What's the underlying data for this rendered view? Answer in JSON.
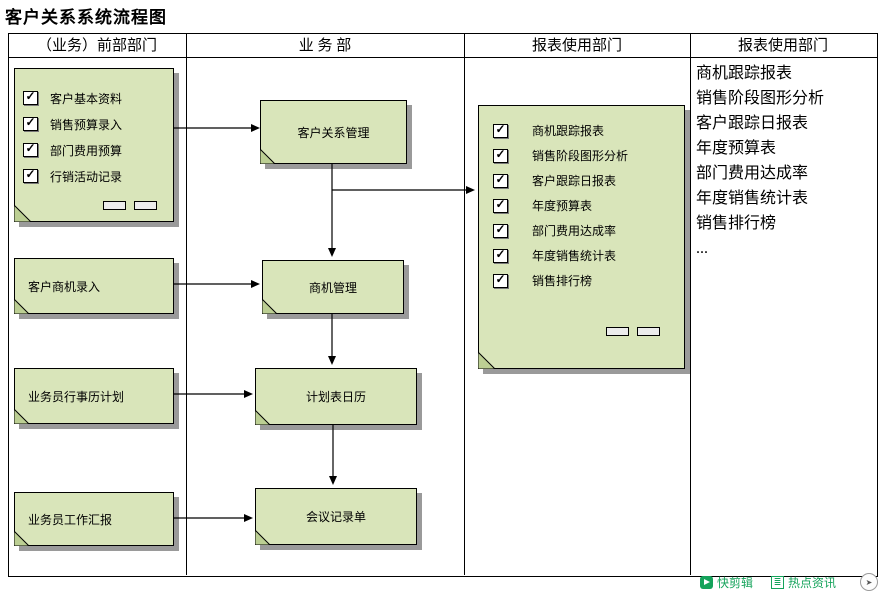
{
  "title": "客户关系系统流程图",
  "headers": {
    "col1": "（业务）前部部门",
    "col2": "业 务 部",
    "col3": "报表使用部门",
    "col4": "报表使用部门"
  },
  "frontdesk": {
    "input_note_items": [
      "客户基本资料",
      "销售预算录入",
      "部门费用预算",
      "行销活动记录"
    ],
    "note_opportunity": "客户商机录入",
    "note_calendar": "业务员行事历计划",
    "note_report": "业务员工作汇报"
  },
  "business": {
    "box_crm": "客户关系管理",
    "box_opportunity": "商机管理",
    "box_schedule": "计划表日历",
    "box_meeting": "会议记录单"
  },
  "reports_note_items": [
    "商机跟踪报表",
    "销售阶段图形分析",
    "客户跟踪日报表",
    "年度预算表",
    "部门费用达成率",
    "年度销售统计表",
    "销售排行榜"
  ],
  "report_list": [
    "商机跟踪报表",
    "销售阶段图形分析",
    "客户跟踪日报表",
    "年度预算表",
    "部门费用达成率",
    "年度销售统计表",
    "销售排行榜",
    "..."
  ],
  "overlay": {
    "quick_clip": "快剪辑",
    "hot_news": "热点资讯"
  },
  "icons": {
    "checkbox_check": "✓",
    "news": "≣",
    "cursor": "➤"
  },
  "colors": {
    "note_fill": "#d9e5ba",
    "note_fold": "#bccf93",
    "shadow": "#9a9a9a",
    "accent_green": "#15a35b"
  }
}
